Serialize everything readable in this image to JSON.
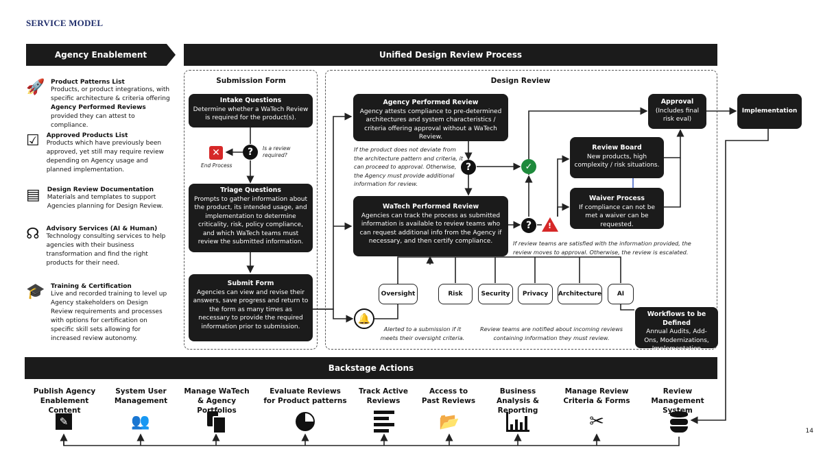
{
  "page_title": "SERVICE MODEL",
  "page_number": "14",
  "headers": {
    "agency_enablement": "Agency Enablement",
    "unified": "Unified Design Review Process",
    "backstage": "Backstage Actions"
  },
  "agency_items": [
    {
      "icon": "rocket-icon",
      "title": "Product Patterns List",
      "text_before": "Products, or product integrations, with specific architecture & criteria offering ",
      "bold": "Agency Performed Reviews",
      "text_after": " provided they can attest to compliance."
    },
    {
      "icon": "checklist-icon",
      "title": "Approved Products List",
      "text_before": "Products which have previously been approved, yet still may require review depending on Agency usage and planned implementation.",
      "bold": "",
      "text_after": ""
    },
    {
      "icon": "document-icon",
      "title": "Design Review Documentation",
      "text_before": "Materials and templates to support Agencies planning for Design Review.",
      "bold": "",
      "text_after": ""
    },
    {
      "icon": "headset-icon",
      "title": "Advisory Services (AI & Human)",
      "text_before": "Technology consulting services to help agencies with their business transformation and find the right products for their need.",
      "bold": "",
      "text_after": ""
    },
    {
      "icon": "graduate-icon",
      "title": "Training & Certification",
      "text_before": "Live and recorded training to level up Agency stakeholders on Design Review requirements and processes with options for certification on specific skill sets allowing for increased review autonomy.",
      "bold": "",
      "text_after": ""
    }
  ],
  "submission": {
    "heading": "Submission Form",
    "intake_title": "Intake Questions",
    "intake_text": "Determine whether a WaTech Review is required for the product(s).",
    "review_required": "Is a review required?",
    "end_process": "End Process",
    "triage_title": "Triage Questions",
    "triage_text": "Prompts to gather information about the product, its intended usage, and implementation to determine criticality, risk, policy compliance, and which WaTech teams must review the submitted information.",
    "submit_title": "Submit Form",
    "submit_text": "Agencies can view and revise their answers, save progress and return to the form as many times as necessary to provide the required information prior to submission."
  },
  "design_review": {
    "heading": "Design Review",
    "apr_title": "Agency Performed Review",
    "apr_text": "Agency attests compliance to pre-determined architectures and system characteristics / criteria offering approval without a WaTech Review.",
    "apr_note": "If the product does not deviate from the architecture pattern and criteria, it can proceed to approval. Otherwise, the Agency must provide additional information for review.",
    "wpr_title": "WaTech Performed Review",
    "wpr_text": "Agencies can track the process as submitted information is available to review teams who can request additional info from the Agency if necessary, and then certify compliance.",
    "board_title": "Review Board",
    "board_text": "New products, high complexity / risk situations.",
    "waiver_title": "Waiver Process",
    "waiver_text": "If compliance can not be met a waiver can be requested.",
    "satisfied_note": "If review teams are satisfied with the information provided, the review moves to approval. Otherwise, the review is escalated.",
    "teams": [
      "Oversight",
      "Risk",
      "Security",
      "Privacy",
      "Architecture",
      "AI"
    ],
    "alert_note": "Alerted to a submission if it meets their oversight criteria.",
    "teams_note": "Review teams are notified about incoming reviews containing information they must review.",
    "workflows_title": "Workflows to be Defined",
    "workflows_text": "Annual Audits, Add-Ons, Modernizations, Implementation"
  },
  "approval": {
    "title": "Approval",
    "text": "(Includes final risk eval)"
  },
  "implementation": "Implementation",
  "backstage_items": [
    {
      "label": "Publish Agency Enablement Content",
      "icon": "edit-document-icon"
    },
    {
      "label": "System User Management",
      "icon": "users-icon"
    },
    {
      "label": "Manage WaTech & Agency Portfolios",
      "icon": "files-icon"
    },
    {
      "label": "Evaluate Reviews for Product patterns",
      "icon": "pie-chart-icon"
    },
    {
      "label": "Track Active Reviews",
      "icon": "list-bars-icon"
    },
    {
      "label": "Access to Past Reviews",
      "icon": "folder-open-icon"
    },
    {
      "label": "Business Analysis & Reporting",
      "icon": "bar-chart-icon"
    },
    {
      "label": "Manage Review Criteria & Forms",
      "icon": "tools-icon"
    },
    {
      "label": "Review Management System",
      "icon": "database-icon"
    }
  ]
}
